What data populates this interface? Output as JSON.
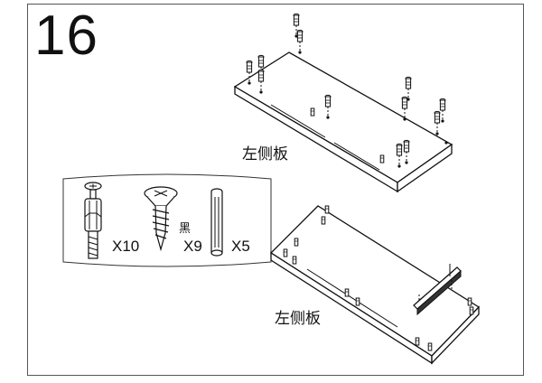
{
  "step_number": "16",
  "panel_top_label": "左侧板",
  "panel_bottom_label": "左侧板",
  "hardware": [
    {
      "icon": "cam-bolt-icon",
      "quantity": "X10"
    },
    {
      "icon": "wood-screw-icon",
      "quantity": "X9",
      "note": "黑"
    },
    {
      "icon": "wood-dowel-icon",
      "quantity": "X5"
    }
  ]
}
